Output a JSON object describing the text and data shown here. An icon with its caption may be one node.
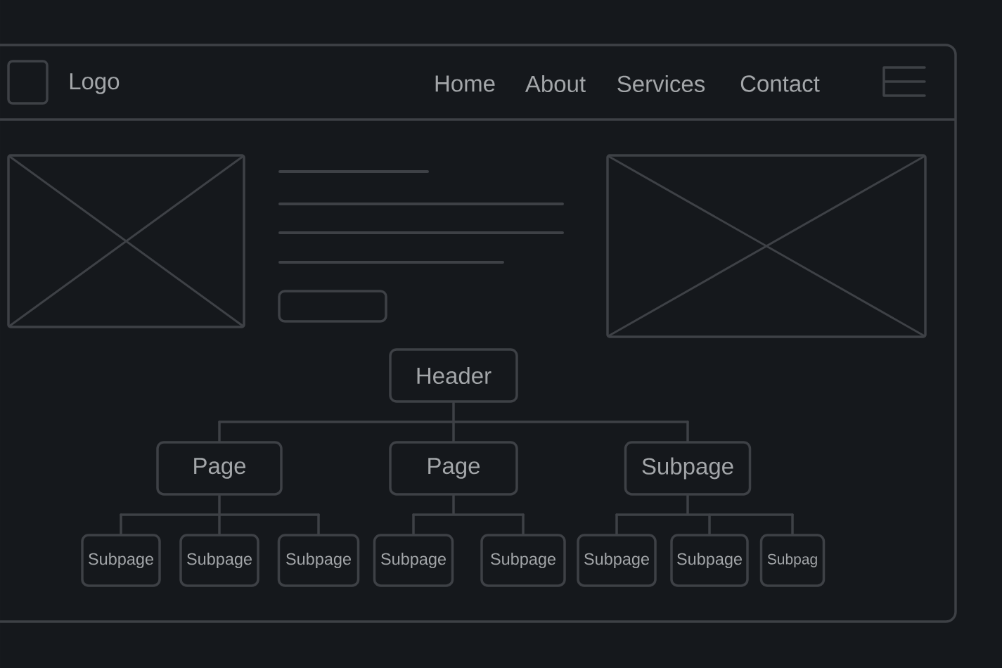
{
  "diagram": {
    "nodes": [
      {
        "text": [
          "Header"
        ]
      },
      {
        "text": [
          "Page"
        ]
      },
      {
        "text": [
          "Page"
        ]
      },
      {
        "text": [
          "Subpage"
        ]
      },
      {
        "text": [
          "Subpage"
        ]
      },
      {
        "text": [
          "Subpage"
        ]
      },
      {
        "text": [
          "Subpage"
        ]
      },
      {
        "text": [
          "Subpage"
        ]
      },
      {
        "text": [
          "Subpage"
        ]
      },
      {
        "text": [
          "Subpage"
        ]
      },
      {
        "text": [
          "Subpage"
        ]
      },
      {
        "text": [
          "Subpag"
        ]
      }
    ],
    "edges": [
      {
        "from": 0,
        "to": 1,
        "arrow": "none"
      },
      {
        "from": 0,
        "to": 2,
        "arrow": "none"
      },
      {
        "from": 0,
        "to": 3,
        "arrow": "none"
      },
      {
        "from": 1,
        "to": 4,
        "arrow": "none"
      },
      {
        "from": 1,
        "to": 5,
        "arrow": "none"
      },
      {
        "from": 1,
        "to": 6,
        "arrow": "none"
      },
      {
        "from": 2,
        "to": 7,
        "arrow": "none"
      },
      {
        "from": 2,
        "to": 8,
        "arrow": "none"
      },
      {
        "from": 3,
        "to": 9,
        "arrow": "none"
      },
      {
        "from": 3,
        "to": 10,
        "arrow": "none"
      },
      {
        "from": 3,
        "to": 11,
        "arrow": "none"
      }
    ],
    "labels": [
      "Logo",
      "Home",
      "About",
      "Services",
      "Contact"
    ]
  }
}
